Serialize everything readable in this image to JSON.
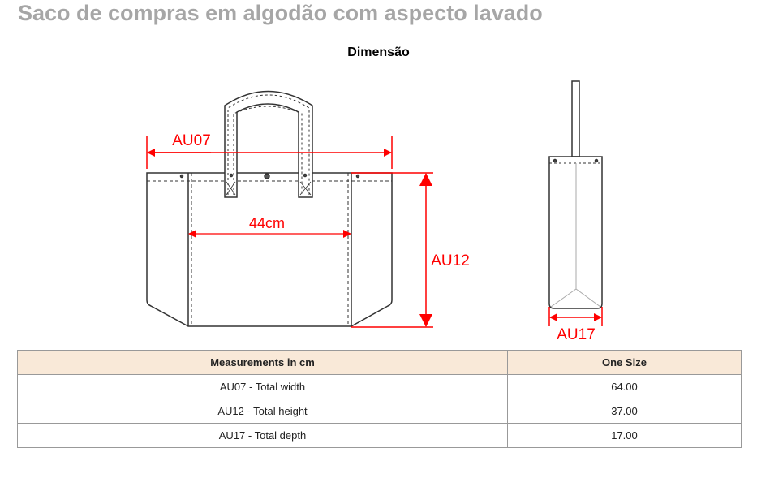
{
  "title": "Saco de compras em algodão com aspecto lavado",
  "subtitle": "Dimensão",
  "diagram": {
    "labels": {
      "width": "AU07",
      "inner_width": "44cm",
      "height": "AU12",
      "depth": "AU17"
    },
    "colors": {
      "measure": "#ff0000",
      "outline": "#333333"
    }
  },
  "table": {
    "headers": [
      "Measurements in cm",
      "One Size"
    ],
    "rows": [
      [
        "AU07 - Total width",
        "64.00"
      ],
      [
        "AU12 - Total height",
        "37.00"
      ],
      [
        "AU17 - Total depth",
        "17.00"
      ]
    ]
  }
}
